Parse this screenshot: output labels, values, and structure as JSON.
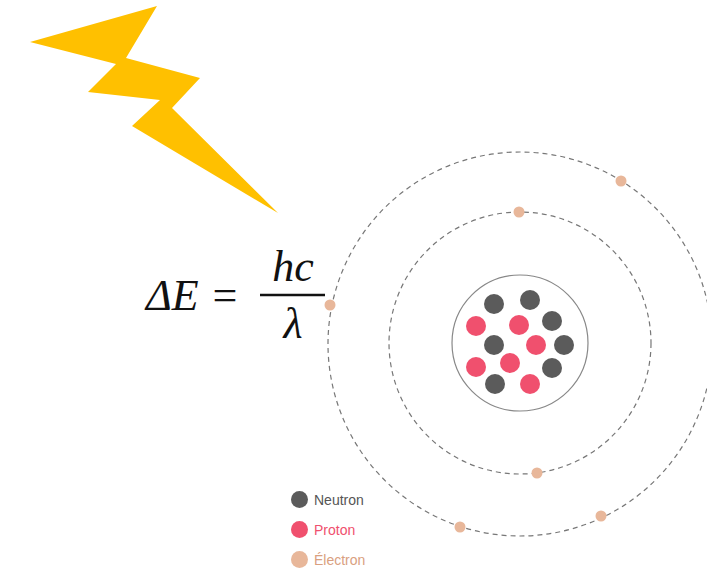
{
  "diagram": {
    "labels": [
      "ΔE =",
      "hc",
      "λ"
    ],
    "legend": [
      {
        "text": "Neutron",
        "color": "#5b5b5b"
      },
      {
        "text": "Proton",
        "color": "#f0506e"
      },
      {
        "text": "Électron",
        "color": "#e8b79a"
      }
    ]
  }
}
